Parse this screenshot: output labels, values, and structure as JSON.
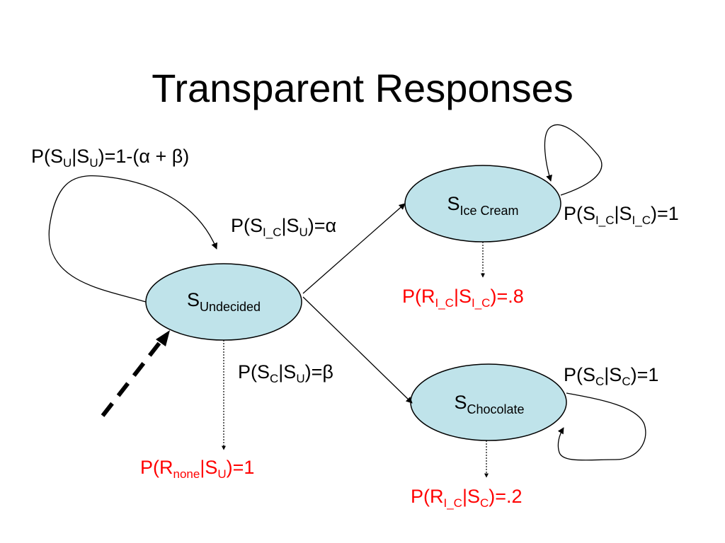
{
  "title": "Transparent Responses",
  "nodes": {
    "undecided": {
      "main": "S",
      "sub": "Undecided"
    },
    "ice_cream": {
      "main": "S",
      "sub": "Ice Cream"
    },
    "chocolate": {
      "main": "S",
      "sub": "Chocolate"
    }
  },
  "transitions": {
    "uu": {
      "p1": "P(S",
      "s1": "U",
      "p2": "|S",
      "s2": "U",
      "p3": ")=1-(α + β)"
    },
    "icu": {
      "p1": "P(S",
      "s1": "I_C",
      "p2": "|S",
      "s2": "U",
      "p3": ")=α"
    },
    "cu": {
      "p1": "P(S",
      "s1": "C",
      "p2": "|S",
      "s2": "U",
      "p3": ")=β"
    },
    "icic": {
      "p1": "P(S",
      "s1": "I_C",
      "p2": "|S",
      "s2": "I_C",
      "p3": ")=1"
    },
    "cc": {
      "p1": "P(S",
      "s1": "C",
      "p2": "|S",
      "s2": "C",
      "p3": ")=1"
    }
  },
  "responses": {
    "none_u": {
      "p1": "P(R",
      "s1": "none",
      "p2": "|S",
      "s2": "U",
      "p3": ")=1"
    },
    "ic_ic": {
      "p1": "P(R",
      "s1": "I_C",
      "p2": "|S",
      "s2": "I_C",
      "p3": ")=.8"
    },
    "ic_c": {
      "p1": "P(R",
      "s1": "I_C",
      "p2": "|S",
      "s2": "C",
      "p3": ")=.2"
    }
  },
  "colors": {
    "node_fill": "#bfe3ea",
    "response_text": "#ff0000",
    "text": "#000000"
  }
}
